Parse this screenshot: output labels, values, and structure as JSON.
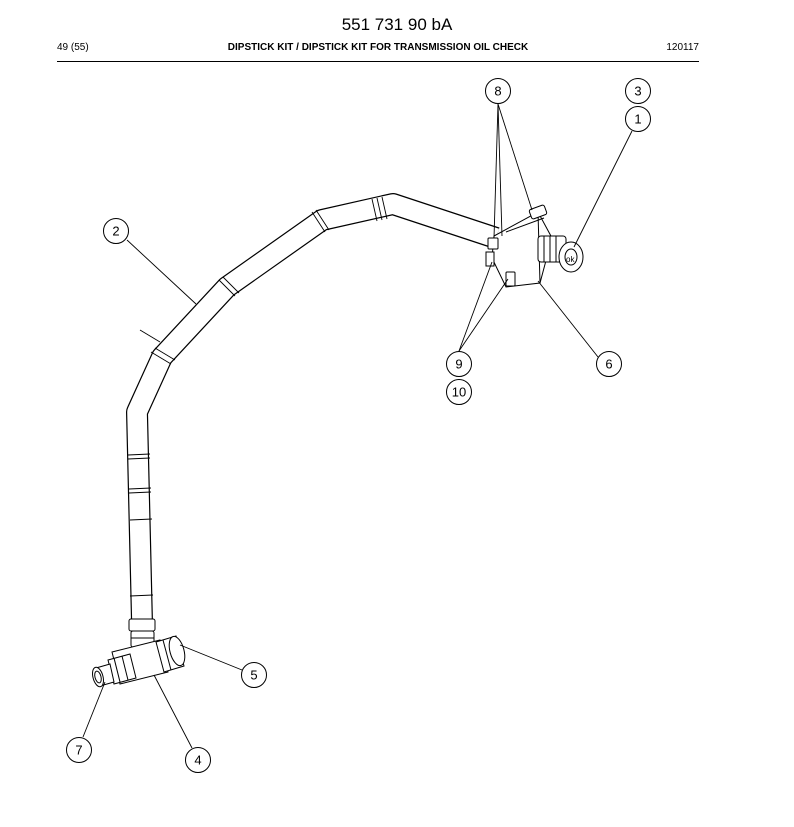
{
  "header": {
    "doc_number": "551 731 90 bA",
    "page": "49 (55)",
    "title": "DIPSTICK KIT / DIPSTICK KIT FOR TRANSMISSION OIL CHECK",
    "date": "120117"
  },
  "callouts": {
    "c1": "1",
    "c2": "2",
    "c3": "3",
    "c4": "4",
    "c5": "5",
    "c6": "6",
    "c7": "7",
    "c8": "8",
    "c9": "9",
    "c10": "10"
  },
  "colors": {
    "ink": "#000000",
    "paper": "#ffffff"
  }
}
